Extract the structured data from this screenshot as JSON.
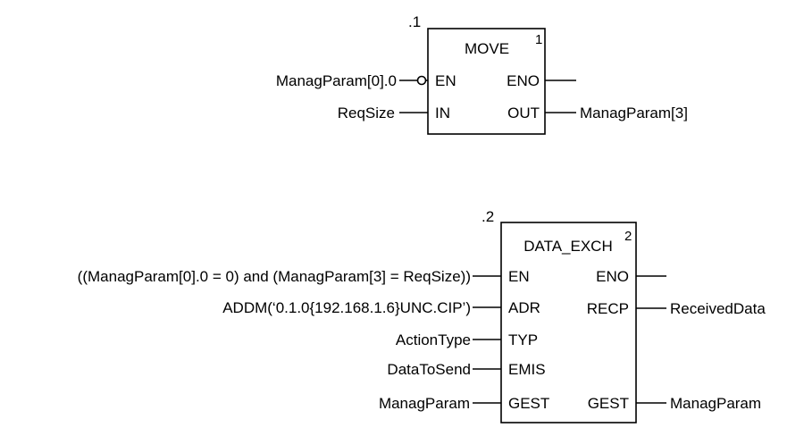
{
  "blocks": [
    {
      "instance": ".1",
      "name": "MOVE",
      "number": "1",
      "inputs": [
        {
          "pin": "EN",
          "signal": "ManagParam[0].0",
          "negated": true
        },
        {
          "pin": "IN",
          "signal": "ReqSize"
        }
      ],
      "outputs": [
        {
          "pin": "ENO",
          "signal": ""
        },
        {
          "pin": "OUT",
          "signal": "ManagParam[3]"
        }
      ]
    },
    {
      "instance": ".2",
      "name": "DATA_EXCH",
      "number": "2",
      "inputs": [
        {
          "pin": "EN",
          "signal": "((ManagParam[0].0 = 0) and (ManagParam[3] = ReqSize))"
        },
        {
          "pin": "ADR",
          "signal": "ADDM(‘0.1.0{192.168.1.6}UNC.CIP’)"
        },
        {
          "pin": "TYP",
          "signal": "ActionType"
        },
        {
          "pin": "EMIS",
          "signal": "DataToSend"
        },
        {
          "pin": "GEST",
          "signal": "ManagParam"
        }
      ],
      "outputs": [
        {
          "pin": "ENO",
          "signal": ""
        },
        {
          "pin": "RECP",
          "signal": "ReceivedData"
        },
        {
          "pin": "GEST",
          "signal": "ManagParam"
        }
      ]
    }
  ]
}
